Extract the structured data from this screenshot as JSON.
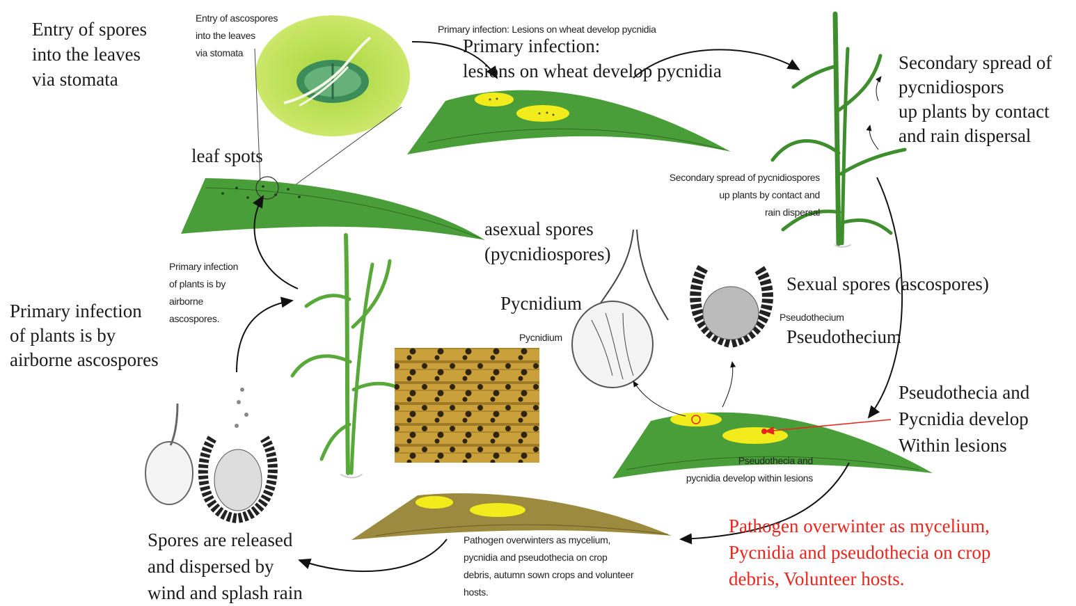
{
  "labels": {
    "entry_spores": "Entry of spores\ninto the leaves\nvia stomata",
    "entry_ascospores": "Entry of ascospores\ninto the leaves\nvia stomata",
    "primary_lesions_small": "Primary infection: Lesions on wheat develop pycnidia",
    "primary_lesions_large": "Primary infection:\nlesions on wheat develop pycnidia",
    "secondary_spread_large": "Secondary spread of\npycnidiospors\nup plants by contact\nand rain dispersal",
    "secondary_spread_small": "Secondary spread of pycnidiospores\nup plants by contact and\nrain dispersal",
    "leaf_spots": "leaf spots",
    "asexual_spores": "asexual spores\n(pycnidiospores)",
    "primary_airborne_small": "Primary infection\nof plants is by\nairborne\nascospores.",
    "primary_airborne_large": "Primary infection\nof plants is by\nairborne ascospores",
    "pycnidium_large": "Pycnidium",
    "pycnidium_small": "Pycnidium",
    "sexual_spores": "Sexual spores (ascospores)",
    "pseudothecium_small": "Pseudothecium",
    "pseudothecium_large": "Pseudothecium",
    "pseudothecia_develop_large": "Pseudothecia and\nPycnidia develop\nWithin lesions",
    "pseudothecia_develop_small": "Pseudothecia and\npycnidia develop within lesions",
    "spores_released": "Spores are released\nand dispersed by\nwind and splash rain",
    "overwinter_small": "Pathogen overwinters as mycelium,\npycnidia and pseudothecia on crop\ndebris, autumn sown crops and volunteer\nhosts.",
    "overwinter_red": "Pathogen overwinter as mycelium,\nPycnidia and pseudothecia on crop\ndebris, Volunteer hosts."
  },
  "colors": {
    "leaf_green": "#4a9e3a",
    "lesion_yellow": "#f3ec1c",
    "debris_brown": "#9c8a3e",
    "halo_green": "#bde04a",
    "stoma": "#3c8c5a",
    "annotation_red": "#e8261e"
  }
}
